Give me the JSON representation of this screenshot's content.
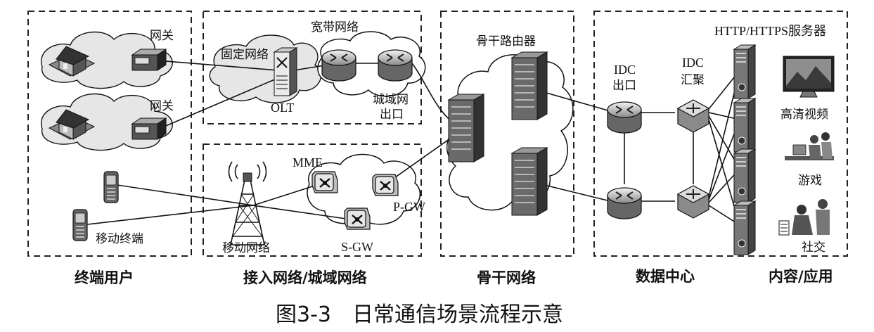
{
  "sections": {
    "terminal_user": "终端用户",
    "access_metro": "接入网络/城域网络",
    "backbone": "骨干网络",
    "datacenter": "数据中心",
    "content_app": "内容/应用"
  },
  "labels": {
    "gateway_1": "网关",
    "gateway_2": "网关",
    "mobile_terminal": "移动终端",
    "broadband": "宽带网络",
    "fixed_network": "固定网络",
    "olt": "OLT",
    "metro_exit_1": "城域网",
    "metro_exit_2": "出口",
    "mme": "MME",
    "pgw": "P-GW",
    "sgw": "S-GW",
    "mobile_network": "移动网络",
    "backbone_router": "骨干路由器",
    "idc_exit_1": "IDC",
    "idc_exit_2": "出口",
    "idc_agg_1": "IDC",
    "idc_agg_2": "汇聚",
    "server": "HTTP/HTTPS服务器",
    "hd_video": "高清视频",
    "game": "游戏",
    "social": "社交"
  },
  "caption": "图3-3　日常通信场景流程示意"
}
